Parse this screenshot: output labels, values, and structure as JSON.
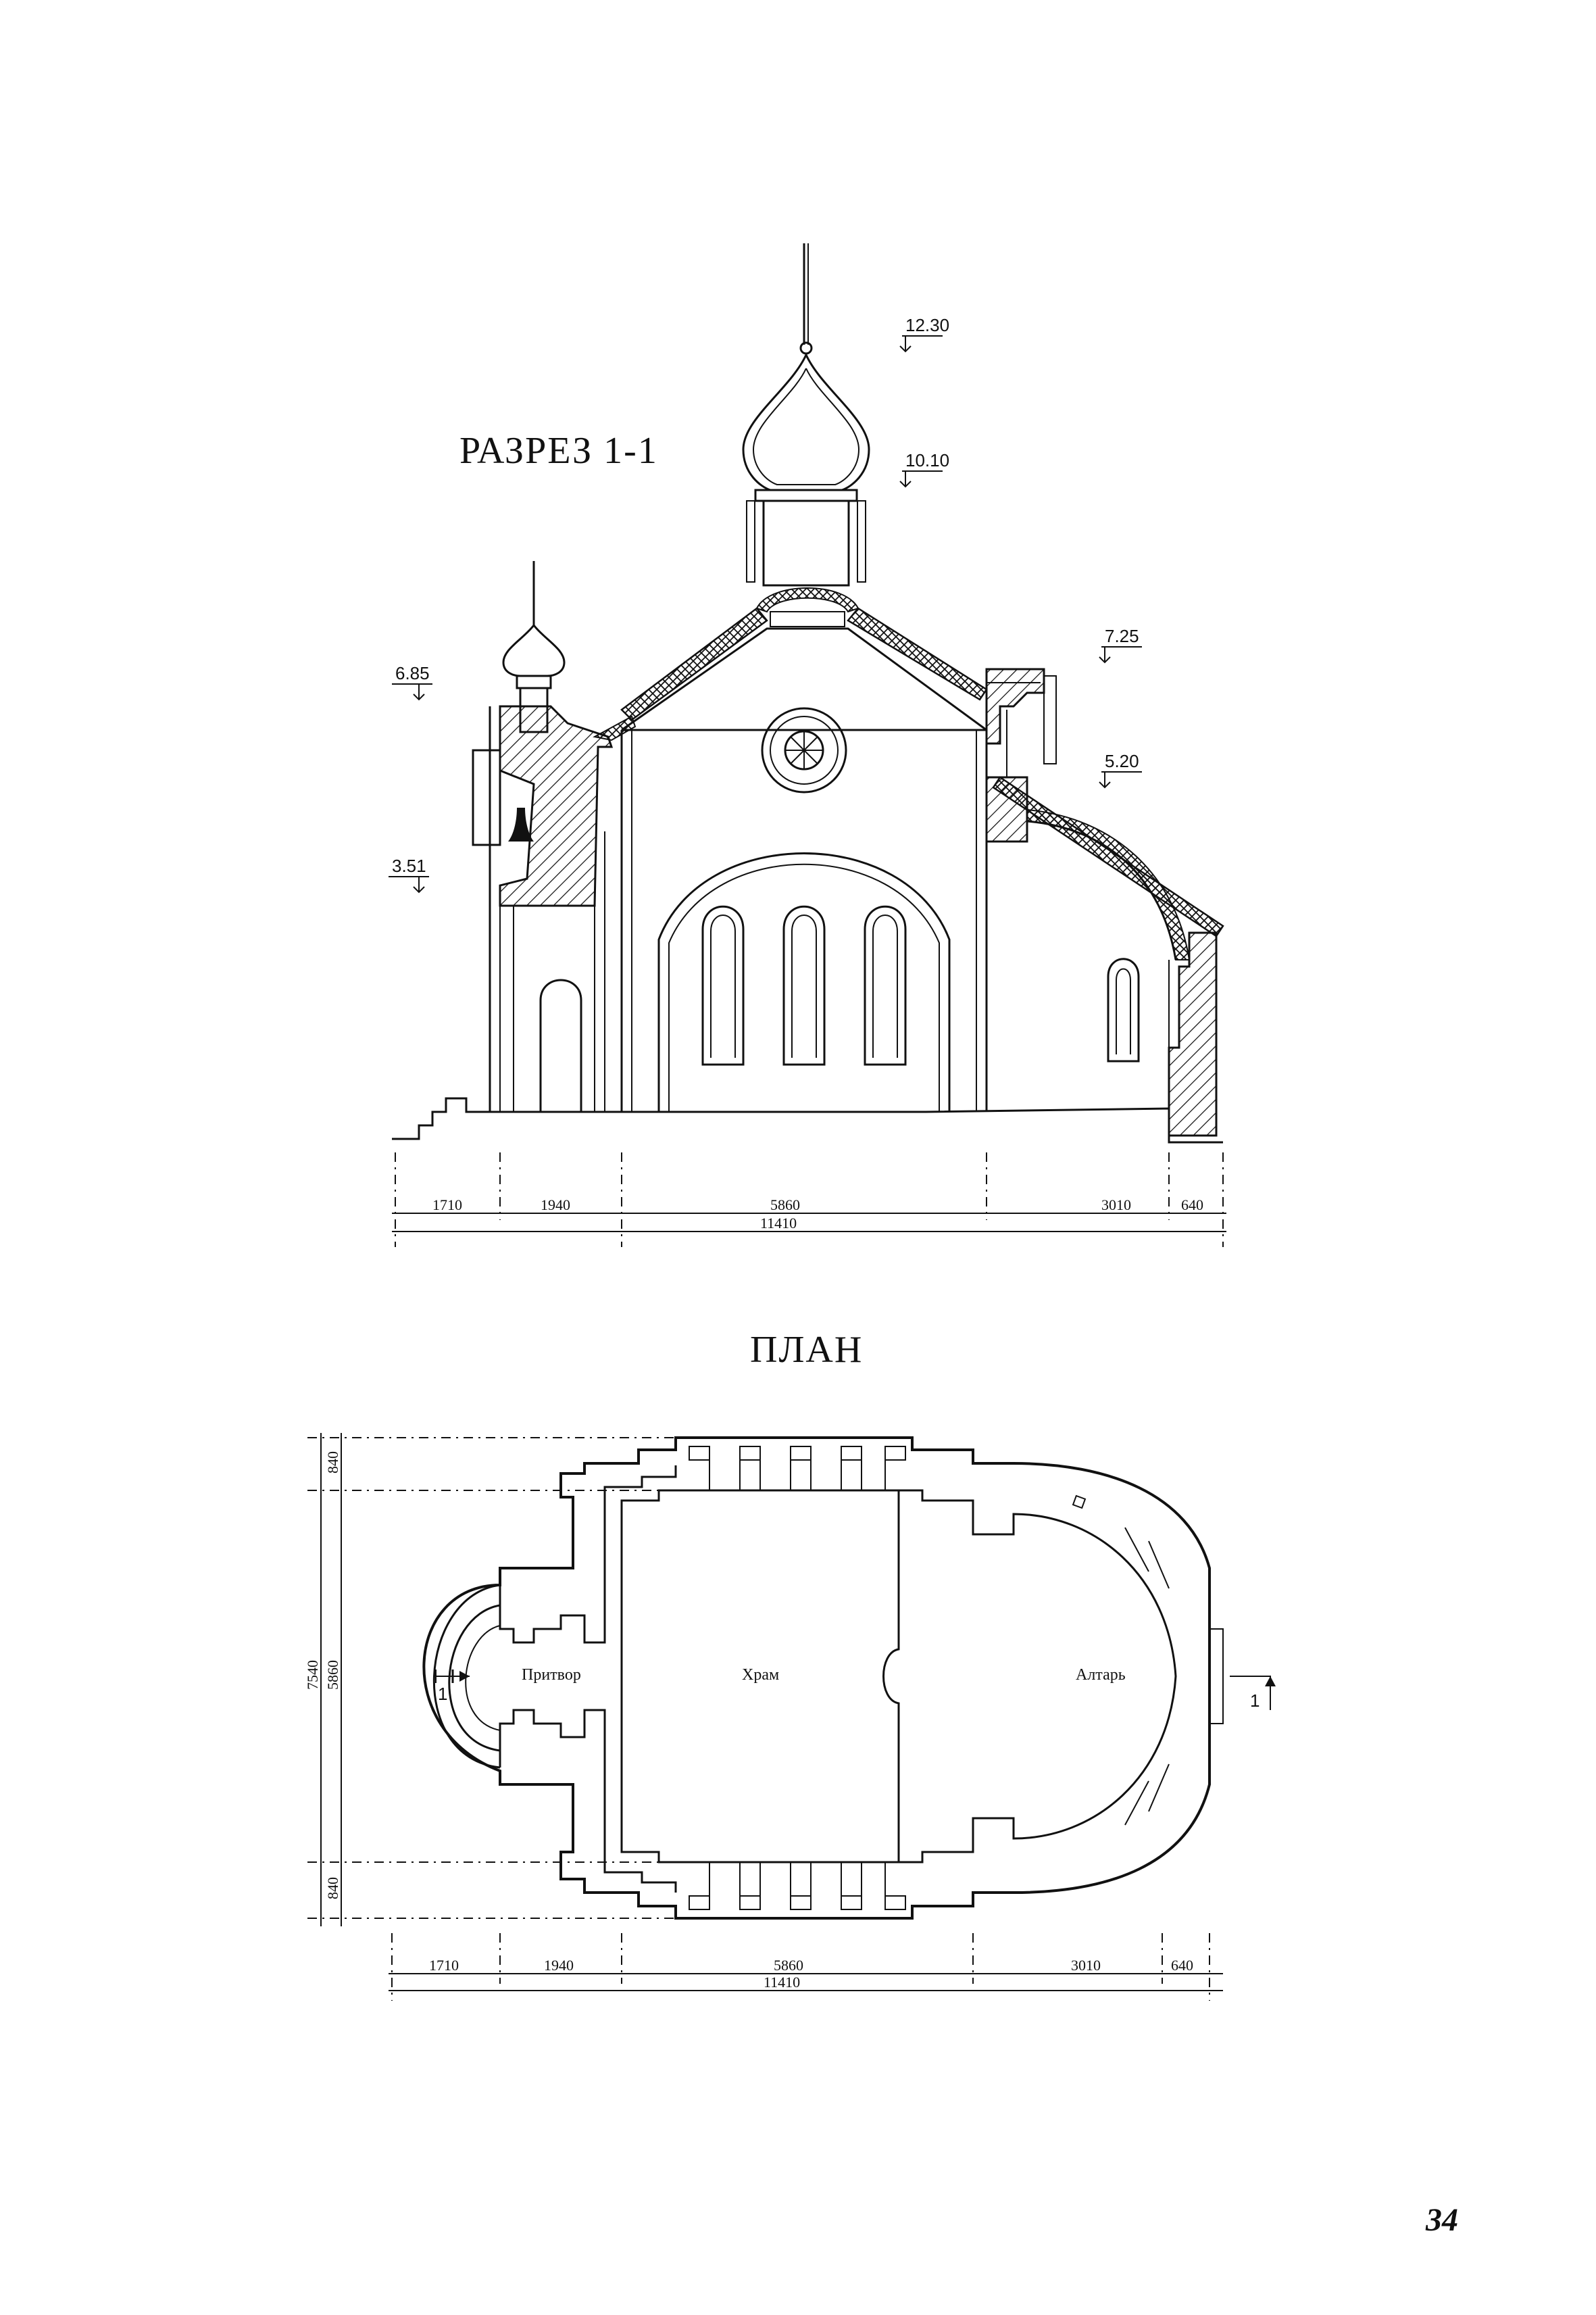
{
  "section": {
    "title": "РАЗРЕЗ 1-1",
    "levels": [
      "12.30",
      "10.10",
      "7.25",
      "6.85",
      "5.20",
      "3.51"
    ],
    "dims_row": [
      "1710",
      "1940",
      "5860",
      "3010",
      "640"
    ],
    "dims_total": "11410"
  },
  "plan": {
    "title": "ПЛАН",
    "rooms": [
      "Притвор",
      "Храм",
      "Алтарь"
    ],
    "cut_mark": "1",
    "vertical_dims": [
      "840",
      "7540",
      "5860",
      "840"
    ],
    "dims_row": [
      "1710",
      "1940",
      "5860",
      "3010",
      "640"
    ],
    "dims_total": "11410"
  },
  "page_number": "34"
}
